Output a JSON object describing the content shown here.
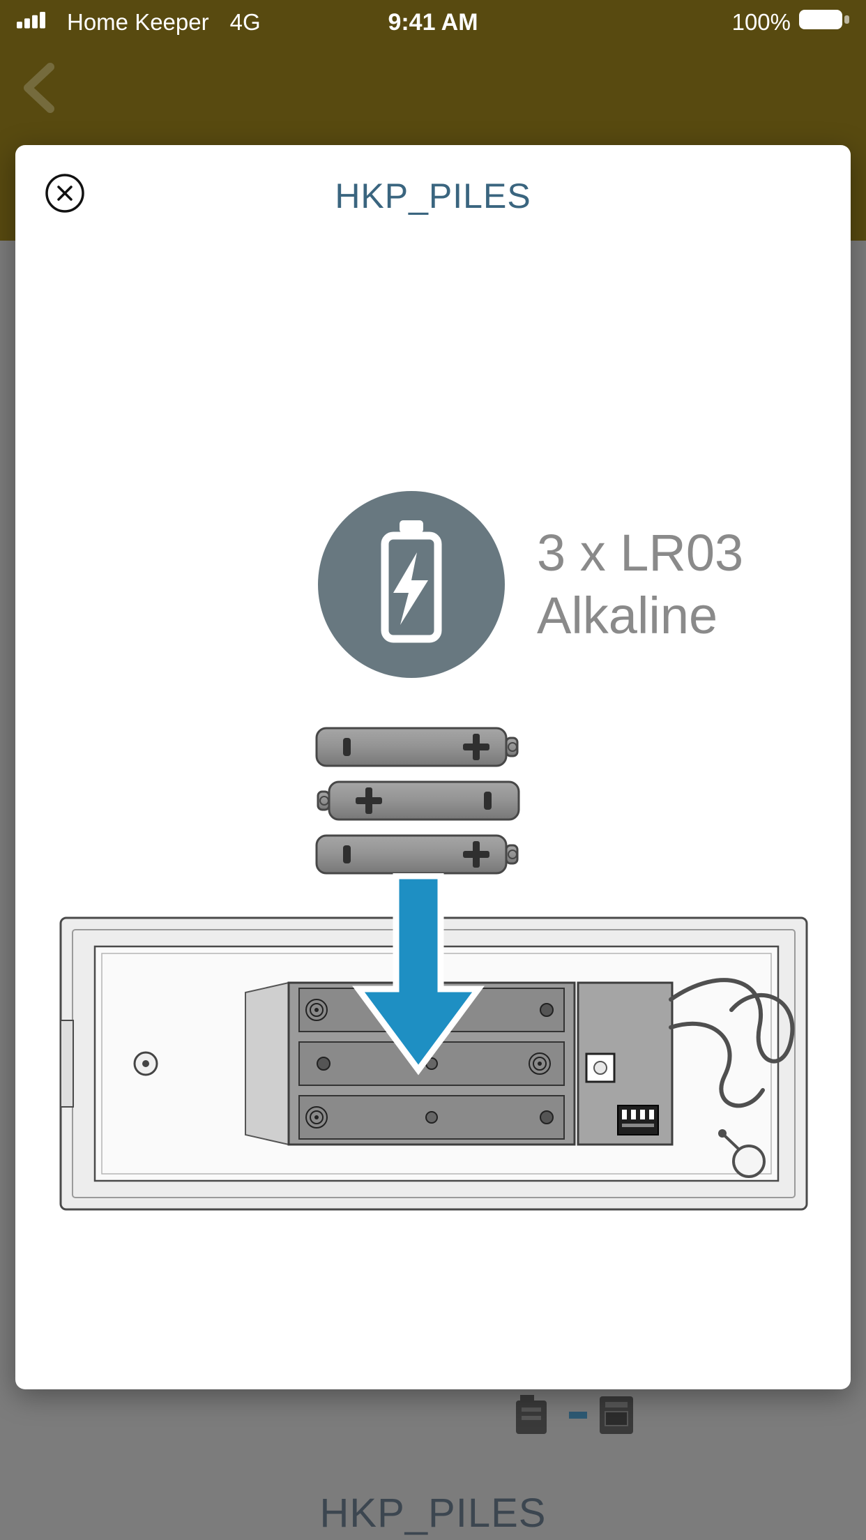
{
  "status_bar": {
    "carrier": "Home Keeper",
    "network": "4G",
    "time": "9:41 AM",
    "battery_level": "100%",
    "signal_icon": "signal-bars-4",
    "battery_icon": "battery-full"
  },
  "navbar": {
    "back_icon": "chevron-left"
  },
  "modal": {
    "title": "HKP_PILES",
    "close_icon": "circle-x",
    "battery_badge_icon": "battery-bolt",
    "battery_spec": {
      "line1": "3 x LR03",
      "line2": "Alkaline"
    },
    "batteries_illustration": "three-aaa-batteries",
    "arrow_icon": "arrow-down",
    "compartment_illustration": "open-battery-compartment"
  },
  "background_page": {
    "title": "HKP_PILES"
  },
  "colors": {
    "header_background": "#584a10",
    "backdrop": "#7c7c7c",
    "modal_title": "#3a657f",
    "spec_text": "#8a8a8a",
    "arrow_blue": "#1e8fc3",
    "badge_gray": "#687880",
    "status_text": "#ffffff",
    "background_title": "#3c4650"
  }
}
